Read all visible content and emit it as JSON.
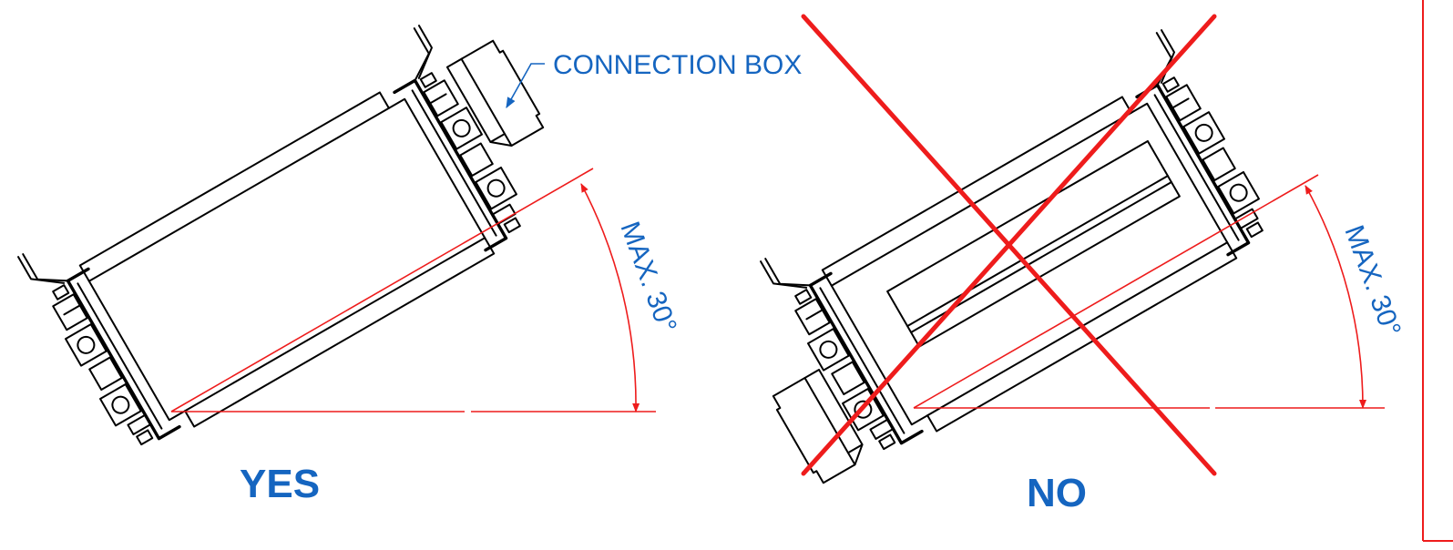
{
  "left_view": {
    "callout_label": "CONNECTION BOX",
    "angle_label": "MAX. 30°",
    "verdict": "YES"
  },
  "right_view": {
    "angle_label": "MAX. 30°",
    "verdict": "NO"
  },
  "colors": {
    "annotation_blue": "#1565c0",
    "dimension_red": "#ee1c1c",
    "outline_black": "#000000"
  },
  "icons": [
    "bracket-icon",
    "cross-out-icon",
    "arrow-icon"
  ]
}
